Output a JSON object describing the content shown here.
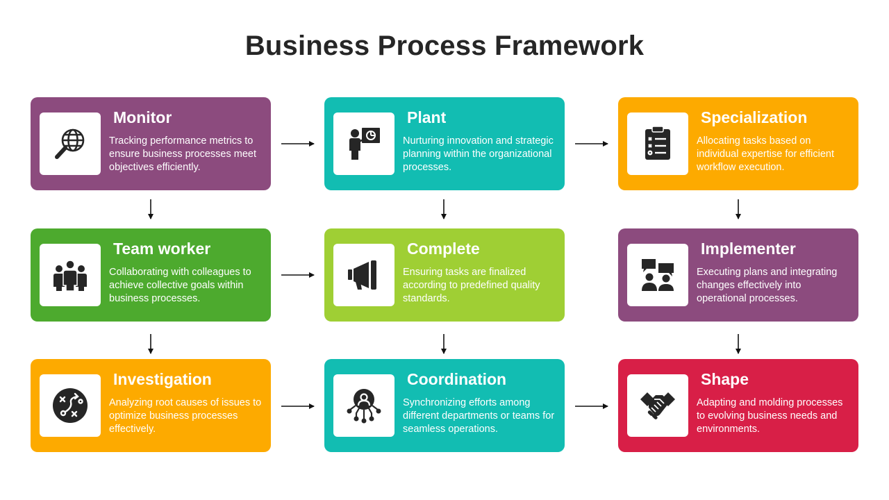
{
  "title": "Business Process Framework",
  "colors": {
    "purple": "#8C4B7E",
    "teal": "#12BDB2",
    "orange": "#FDAA00",
    "green": "#4DAA2E",
    "lime": "#9FCF34",
    "red": "#D81F47",
    "icon": "#262626"
  },
  "cards": [
    {
      "title": "Monitor",
      "desc": "Tracking performance metrics to ensure business processes meet objectives efficiently.",
      "icon": "globe-search-icon",
      "color": "purple"
    },
    {
      "title": "Plant",
      "desc": "Nurturing innovation and strategic planning within the organizational processes.",
      "icon": "presenter-chart-icon",
      "color": "teal"
    },
    {
      "title": "Specialization",
      "desc": "Allocating tasks based on individual expertise  for efficient workflow execution.",
      "icon": "clipboard-checklist-icon",
      "color": "orange"
    },
    {
      "title": "Team worker",
      "desc": "Collaborating with colleagues to achieve collective goals within business processes.",
      "icon": "team-icon",
      "color": "green"
    },
    {
      "title": "Complete",
      "desc": "Ensuring tasks are finalized according to predefined quality standards.",
      "icon": "megaphone-icon",
      "color": "lime"
    },
    {
      "title": "Implementer",
      "desc": "Executing plans and integrating changes effectively into operational processes.",
      "icon": "discussion-icon",
      "color": "purple"
    },
    {
      "title": "Investigation",
      "desc": "Analyzing root causes of issues to optimize business processes effectively.",
      "icon": "strategy-icon",
      "color": "orange"
    },
    {
      "title": "Coordination",
      "desc": "Synchronizing efforts  among different departments  or teams for seamless operations.",
      "icon": "network-user-icon",
      "color": "teal"
    },
    {
      "title": "Shape",
      "desc": "Adapting and molding processes to evolving business needs and environments.",
      "icon": "handshake-icon",
      "color": "red"
    }
  ]
}
